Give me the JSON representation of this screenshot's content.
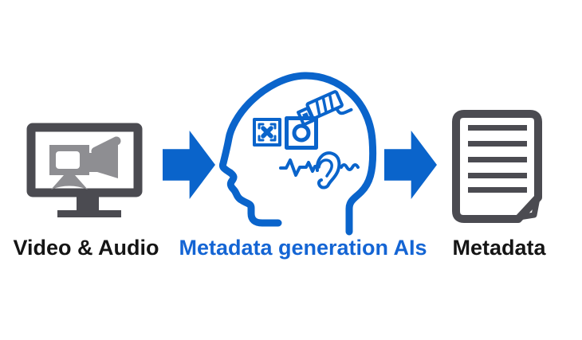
{
  "colors": {
    "blue": "#0A64CB",
    "text_blue": "#1465D4",
    "dark_gray": "#4B4B51",
    "mid_gray": "#8E8E92",
    "text_black": "#151515",
    "bg": "#FFFFFF"
  },
  "diagram": {
    "flow": [
      {
        "icon": "monitor-video-camera-icon",
        "label": "Video & Audio",
        "label_color": "#151515"
      },
      {
        "icon": "arrow-right-icon"
      },
      {
        "icon": "ai-head-icon",
        "label": "Metadata generation AIs",
        "label_color": "#1465D4",
        "contains": [
          "x-square-icon",
          "o-square-icon",
          "cctv-camera-icon",
          "ear-icon",
          "sound-wave-icon",
          "sound-squiggle-icon"
        ]
      },
      {
        "icon": "arrow-right-icon"
      },
      {
        "icon": "document-icon",
        "label": "Metadata",
        "label_color": "#151515"
      }
    ]
  }
}
